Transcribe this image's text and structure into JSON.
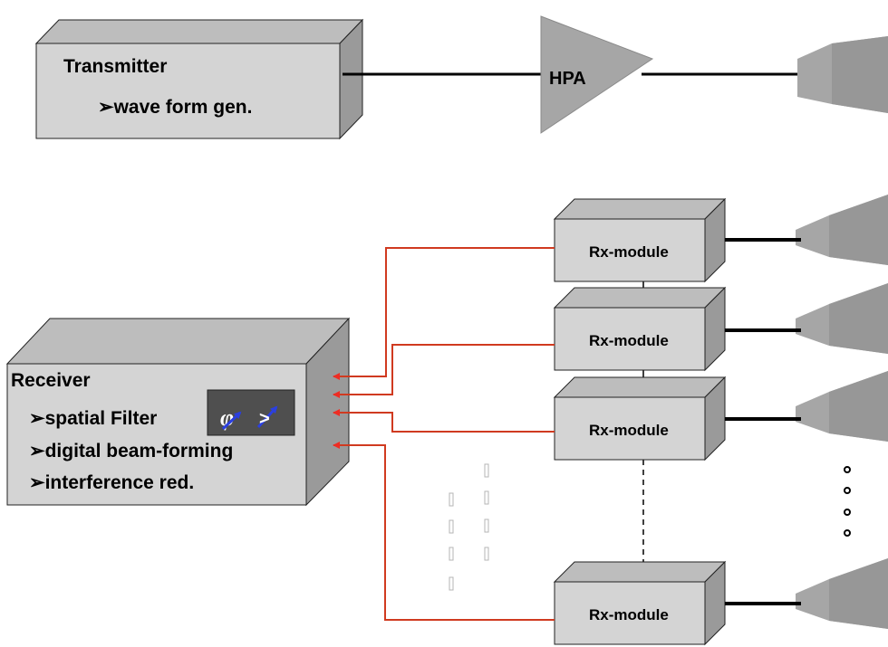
{
  "transmitter": {
    "title": "Transmitter",
    "items": [
      "➢wave form gen."
    ]
  },
  "amplifier": {
    "label": "HPA"
  },
  "receiver": {
    "title": "Receiver",
    "items": [
      "➢spatial Filter",
      "➢digital beam-forming",
      "➢interference red."
    ],
    "symbol": "φ"
  },
  "rx_modules": [
    {
      "label": "Rx-module"
    },
    {
      "label": "Rx-module"
    },
    {
      "label": "Rx-module"
    },
    {
      "label": "Rx-module"
    }
  ],
  "colors": {
    "box_face": "#d4d4d4",
    "box_top": "#bdbdbd",
    "box_side": "#9a9a9a",
    "horn": "#a6a6a6",
    "signal_line": "#d03a20",
    "arrow": "#ee2d24",
    "filter_panel": "#4f4f4f",
    "filter_arrow": "#2b3fe0"
  }
}
